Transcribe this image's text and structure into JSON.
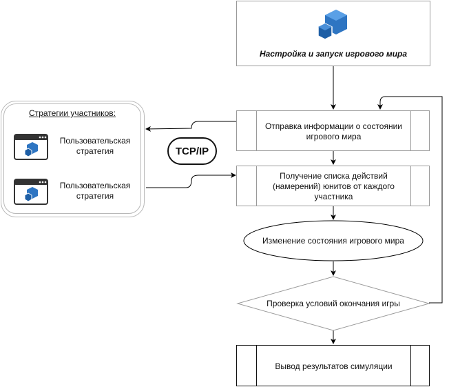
{
  "setup": {
    "label": "Настройка и запуск игрового мира",
    "icon": "cube-cluster-icon"
  },
  "send_info": {
    "label": "Отправка информации о состоянии игрового мира"
  },
  "receive_actions": {
    "label": "Получение списка действий (намерений) юнитов от каждого участника"
  },
  "change_state": {
    "label": "Изменение состояния игрового мира"
  },
  "check_end": {
    "label": "Проверка условий окончания игры"
  },
  "output": {
    "label": "Вывод результатов симуляции"
  },
  "strategies_panel": {
    "title": "Стратегии участников:",
    "items": [
      {
        "label": "Пользовательская стратегия",
        "icon": "app-window-icon"
      },
      {
        "label": "Пользовательская стратегия",
        "icon": "app-window-icon"
      }
    ]
  },
  "protocol": {
    "label": "TCP/IP"
  },
  "colors": {
    "accent_blue": "#2e75c2",
    "stroke": "#000000",
    "border_gray": "#9a9a9a"
  }
}
